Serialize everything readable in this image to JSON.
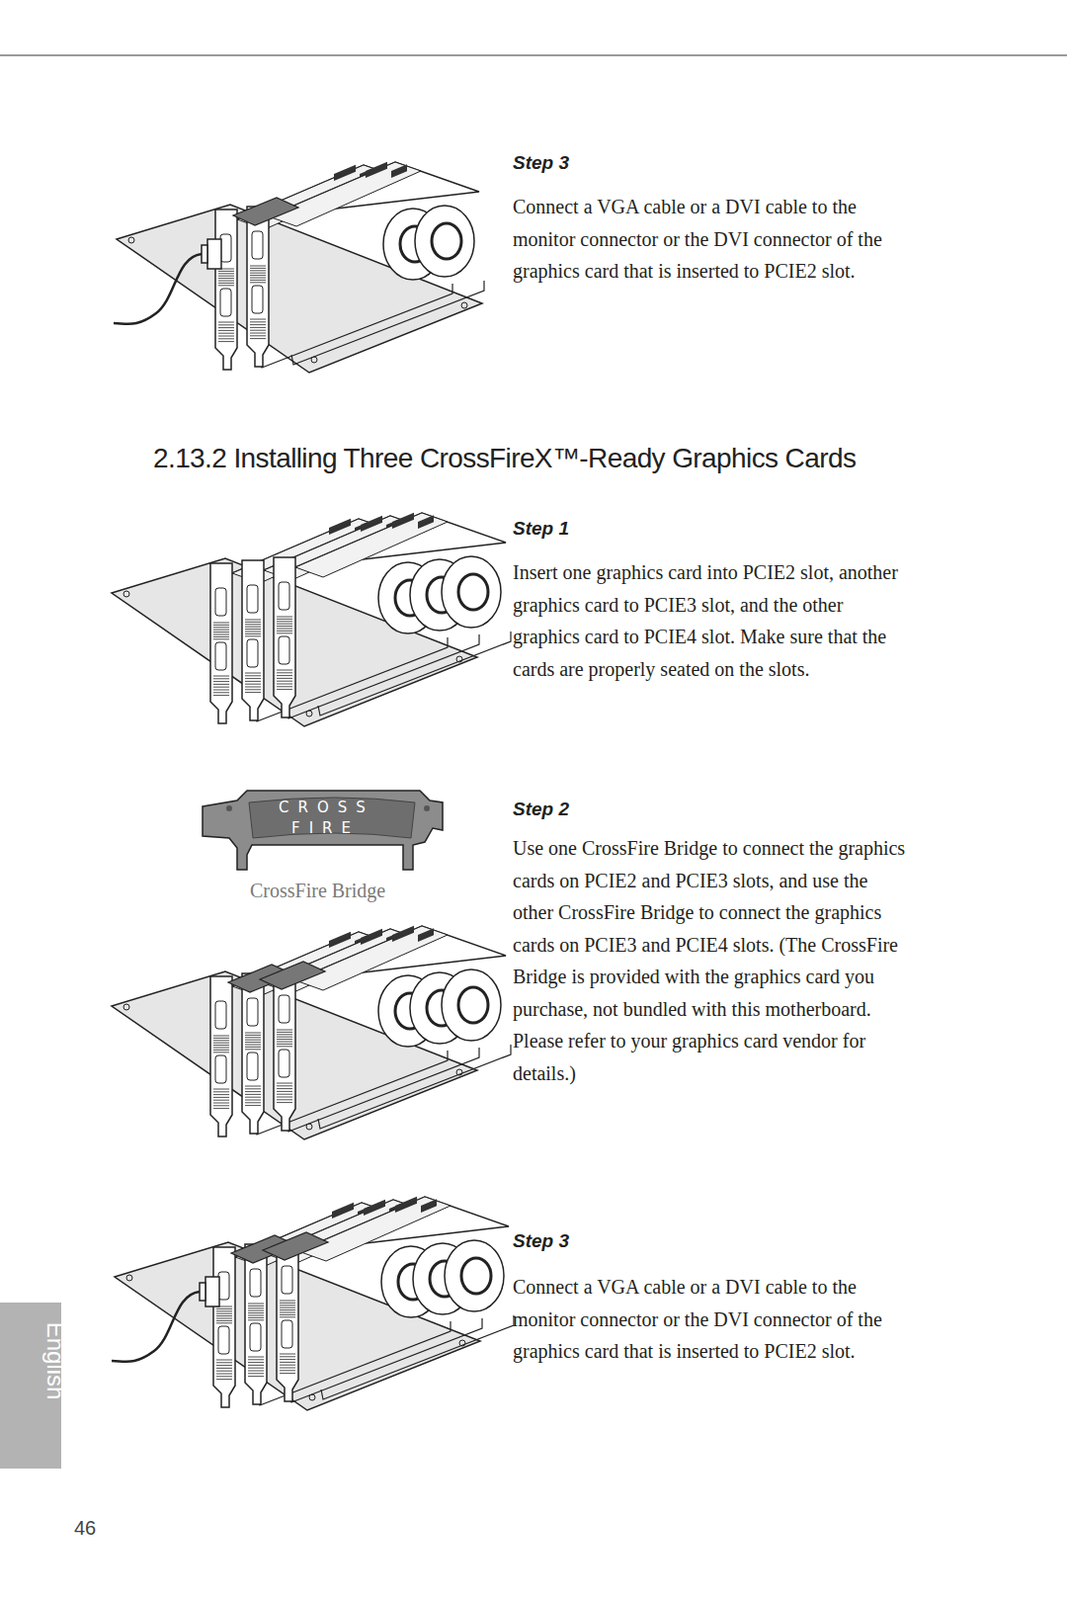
{
  "diagram": {
    "title": "2.13.2 Installing Three CrossFireX™-Ready Graphics Cards",
    "labels": [
      "Step 3",
      "Connect a VGA cable or a DVI cable to the monitor connector or the DVI connector of the graphics card that is inserted to PCIE2 slot.",
      "Step 1",
      "Insert one graphics card into PCIE2 slot, another graphics card to PCIE3 slot, and the other graphics card to PCIE4 slot. Make sure that the cards are properly seated on the slots.",
      "CROSS",
      "FIRE",
      "CrossFire Bridge",
      "Step 2",
      "Use one CrossFire Bridge to connect the graphics cards on PCIE2 and PCIE3 slots, and use the other CrossFire Bridge to connect the graphics cards on PCIE3 and PCIE4 slots. (The CrossFire Bridge is provided with the graphics card you purchase, not bundled with this motherboard. Please refer to your graphics card vendor for details.)",
      "Step 3",
      "Connect a VGA cable or a DVI cable to the monitor connector or the DVI connector of the graphics card that is inserted to PCIE2 slot.",
      "English",
      "46"
    ]
  }
}
